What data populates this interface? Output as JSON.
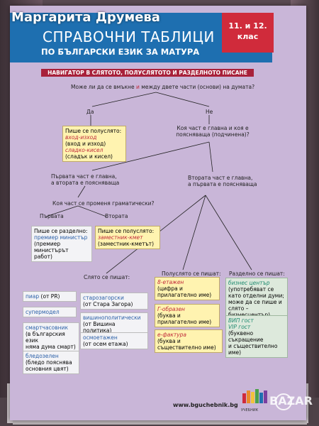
{
  "watermark": "Маргарита Друмева",
  "title": "СПРАВОЧНИ ТАБЛИЦИ",
  "subtitle": "ПО БЪЛГАРСКИ ЕЗИК ЗА МАТУРА",
  "grade": {
    "line1": "11. и 12.",
    "line2": "клас"
  },
  "navigator": "НАВИГАТОР В СЛЯТОТО, ПОЛУСЛЯТОТО И РАЗДЕЛНОТО ПИСАНЕ",
  "q1": {
    "pre": "Може ли да се вмъкне ",
    "mid": "и",
    "post": " между двете части (основи) на думата?"
  },
  "da": "Да",
  "ne": "Не",
  "box_poluslyato1": {
    "head": "Пише се полуслято:",
    "l1": "вход-изход",
    "l2": "(вход и изход)",
    "l3": "сладко-кисел",
    "l4": "(сладък и кисел)"
  },
  "q2": {
    "l1": "Коя част е главна и коя е",
    "l2": "поясняваща (подчинена)?"
  },
  "left_branch": {
    "l1": "Първата част е главна,",
    "l2": "а втората е поясняваща"
  },
  "right_branch": {
    "l1": "Втората част е главна,",
    "l2": "а първата е поясняваща"
  },
  "q3": "Коя част се променя граматически?",
  "parvata": "Първата",
  "vtorata": "Втората",
  "box_razdelno": {
    "head": "Пише се разделно:",
    "l1": "премиер министър",
    "l2": "(премиер министърът",
    "l3": "работ)"
  },
  "box_poluslyato2": {
    "head": "Пише се полуслято:",
    "l1": "заместник-кмет",
    "l2": "(заместник-кметът)"
  },
  "slyato": "Слято се пишат:",
  "poluslyato": "Полуслято се пишат:",
  "razdelno": "Разделно се пишат:",
  "s1": {
    "a": "пиар",
    "b": " (от PR)"
  },
  "s2": {
    "a": "супермодел"
  },
  "s3": {
    "a": "смартчасовник",
    "b": "(в българския език",
    "c": "няма дума смарт)"
  },
  "s4": {
    "a": "бледозелен",
    "b": "(бледо пояснява",
    "c": "основния цвят)"
  },
  "m1": {
    "a": "старозагорски",
    "b": "(от Стара Загора)"
  },
  "m2": {
    "a": "вишинополитически",
    "b": "(от Вишина политика)"
  },
  "m3": {
    "a": "осмоетажен",
    "b": "(от осем етажа)"
  },
  "p1": {
    "a": "8-етажен",
    "b": "(цифра и",
    "c": "прилагателно име)"
  },
  "p2": {
    "a": "Г-образен",
    "b": "(буква и",
    "c": "прилагателно име)"
  },
  "p3": {
    "a": "е-фактура",
    "b": "(буква и",
    "c": "съществително име)"
  },
  "r1": {
    "a": "бизнес център",
    "b": "(употребяват се",
    "c": "като отделни думи;",
    "d": "може да се пише и",
    "e": "слято – бизнесцентър)"
  },
  "r2": {
    "a": "ВИП гост",
    "b": "VIP гост",
    "c": "(буквено съкращение",
    "d": "и съществително име)"
  },
  "url": "www.bguchebnik.bg",
  "publisher": "УЧЕБНИК",
  "bazar": "BAZAR"
}
